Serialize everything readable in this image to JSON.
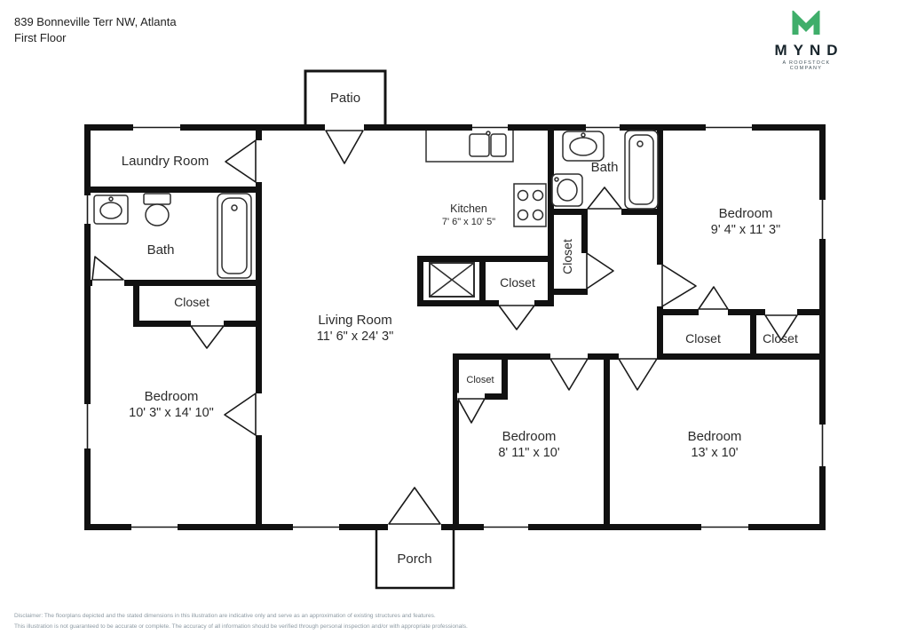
{
  "header": {
    "address": "839 Bonneville Terr NW, Atlanta",
    "floor": "First Floor"
  },
  "logo": {
    "brand": "MYND",
    "tagline": "A ROOFSTOCK COMPANY",
    "brand_green": "#3fae6a"
  },
  "plan": {
    "patio": {
      "label": "Patio"
    },
    "laundry": {
      "label": "Laundry Room"
    },
    "bath_left": {
      "label": "Bath"
    },
    "closet_left": {
      "label": "Closet"
    },
    "bedroom_left": {
      "label": "Bedroom",
      "dims": "10' 3\" x 14' 10\""
    },
    "living_room": {
      "label": "Living Room",
      "dims": "11' 6\" x 24' 3\""
    },
    "kitchen": {
      "label": "Kitchen",
      "dims": "7' 6\" x 10' 5\""
    },
    "closet_center": {
      "label": "Closet"
    },
    "closet_hall": {
      "label": "Closet"
    },
    "bath_top": {
      "label": "Bath"
    },
    "bedroom_top_right": {
      "label": "Bedroom",
      "dims": "9' 4\" x 11' 3\""
    },
    "closet_right_1": {
      "label": "Closet"
    },
    "closet_right_2": {
      "label": "Closet"
    },
    "closet_bedroom_center": {
      "label": "Closet"
    },
    "bedroom_bottom_center": {
      "label": "Bedroom",
      "dims": "8' 11\" x 10'"
    },
    "bedroom_bottom_right": {
      "label": "Bedroom",
      "dims": "13' x 10'"
    },
    "porch": {
      "label": "Porch"
    }
  },
  "disclaimer": {
    "line1": "Disclaimer: The floorplans depicted and the stated dimensions in this illustration are indicative only and serve as an approximation of existing structures and features.",
    "line2": "This illustration is not guaranteed to be accurate or complete. The accuracy of all information should be verified through personal inspection and/or with appropriate professionals."
  }
}
